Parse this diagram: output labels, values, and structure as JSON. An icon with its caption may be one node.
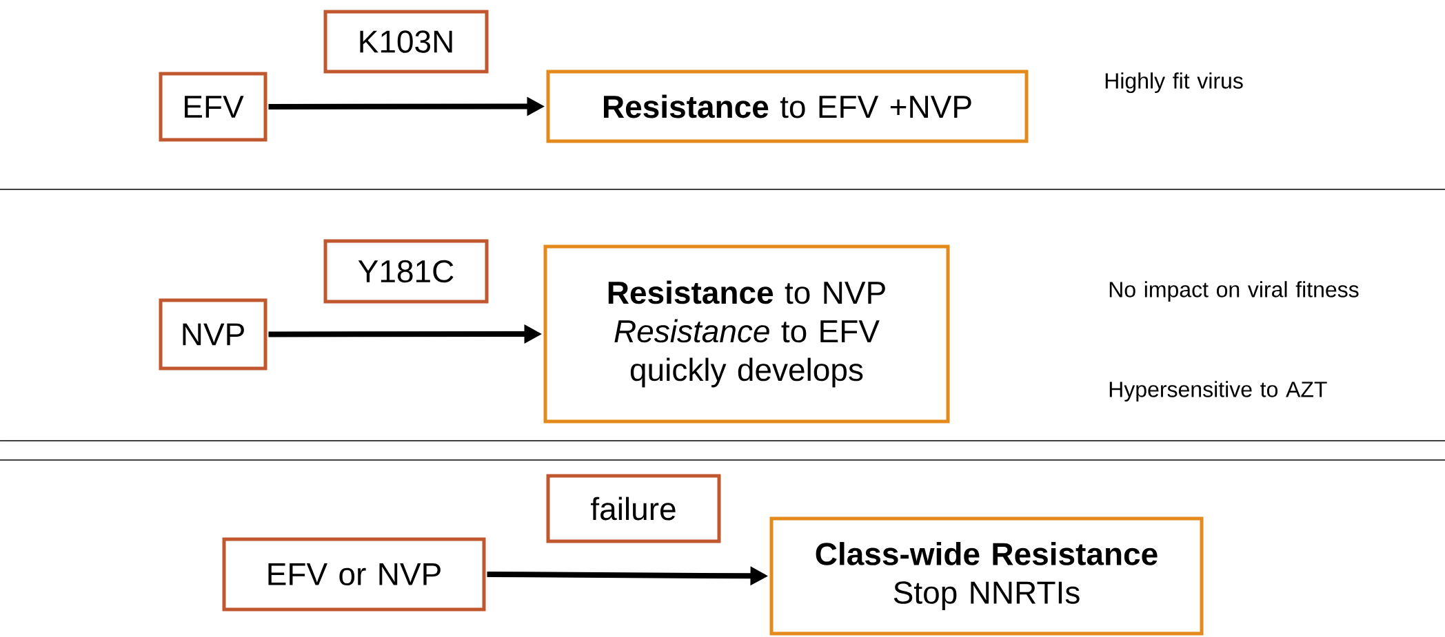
{
  "diagram": {
    "nodes": [
      {
        "text": [
          "EFV"
        ]
      },
      {
        "text": [
          "K103N"
        ]
      },
      {
        "text": [
          "**Resistance** to EFV +NVP"
        ]
      },
      {
        "text": [
          "NVP"
        ]
      },
      {
        "text": [
          "Y181C"
        ]
      },
      {
        "text": [
          "**Resistance** to NVP",
          "*Resistance* to EFV quickly develops"
        ]
      },
      {
        "text": [
          "EFV or NVP"
        ]
      },
      {
        "text": [
          "failure"
        ]
      },
      {
        "text": [
          "Class-wide Resistance",
          "Stop NNRTIs"
        ]
      }
    ],
    "edges": [
      {
        "from": 0,
        "to": 2,
        "arrow": "to"
      },
      {
        "from": 3,
        "to": 5,
        "arrow": "to"
      },
      {
        "from": 6,
        "to": 8,
        "arrow": "to"
      }
    ],
    "labels": [
      "Highly fit virus",
      "No impact on viral fitness",
      "Hypersensitive to AZT"
    ]
  }
}
